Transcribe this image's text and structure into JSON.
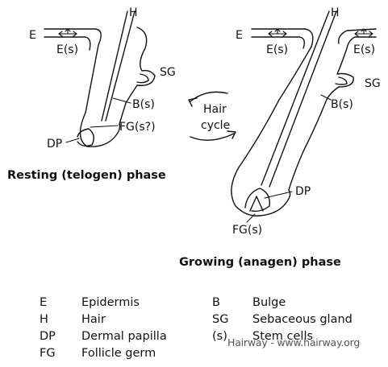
{
  "labels": {
    "left": {
      "H": "H",
      "E": "E",
      "Es": "E(s)",
      "SG": "SG",
      "Bs": "B(s)",
      "DP": "DP",
      "FGs": "FG(s?)"
    },
    "right": {
      "H": "H",
      "E": "E",
      "Es1": "E(s)",
      "Es2": "E(s)",
      "SG": "SG",
      "Bs": "B(s)",
      "DP": "DP",
      "FGs": "FG(s)"
    }
  },
  "cycle": {
    "line1": "Hair",
    "line2": "cycle"
  },
  "phases": {
    "resting": "Resting (telogen) phase",
    "growing": "Growing (anagen) phase"
  },
  "legend": [
    {
      "abbr": "E",
      "term": "Epidermis"
    },
    {
      "abbr": "H",
      "term": "Hair"
    },
    {
      "abbr": "DP",
      "term": "Dermal papilla"
    },
    {
      "abbr": "FG",
      "term": "Follicle germ"
    },
    {
      "abbr": "B",
      "term": "Bulge"
    },
    {
      "abbr": "SG",
      "term": "Sebaceous gland"
    },
    {
      "abbr": "(s)",
      "term": "Stem cells"
    }
  ],
  "watermark": "Hairway - www.hairway.org"
}
